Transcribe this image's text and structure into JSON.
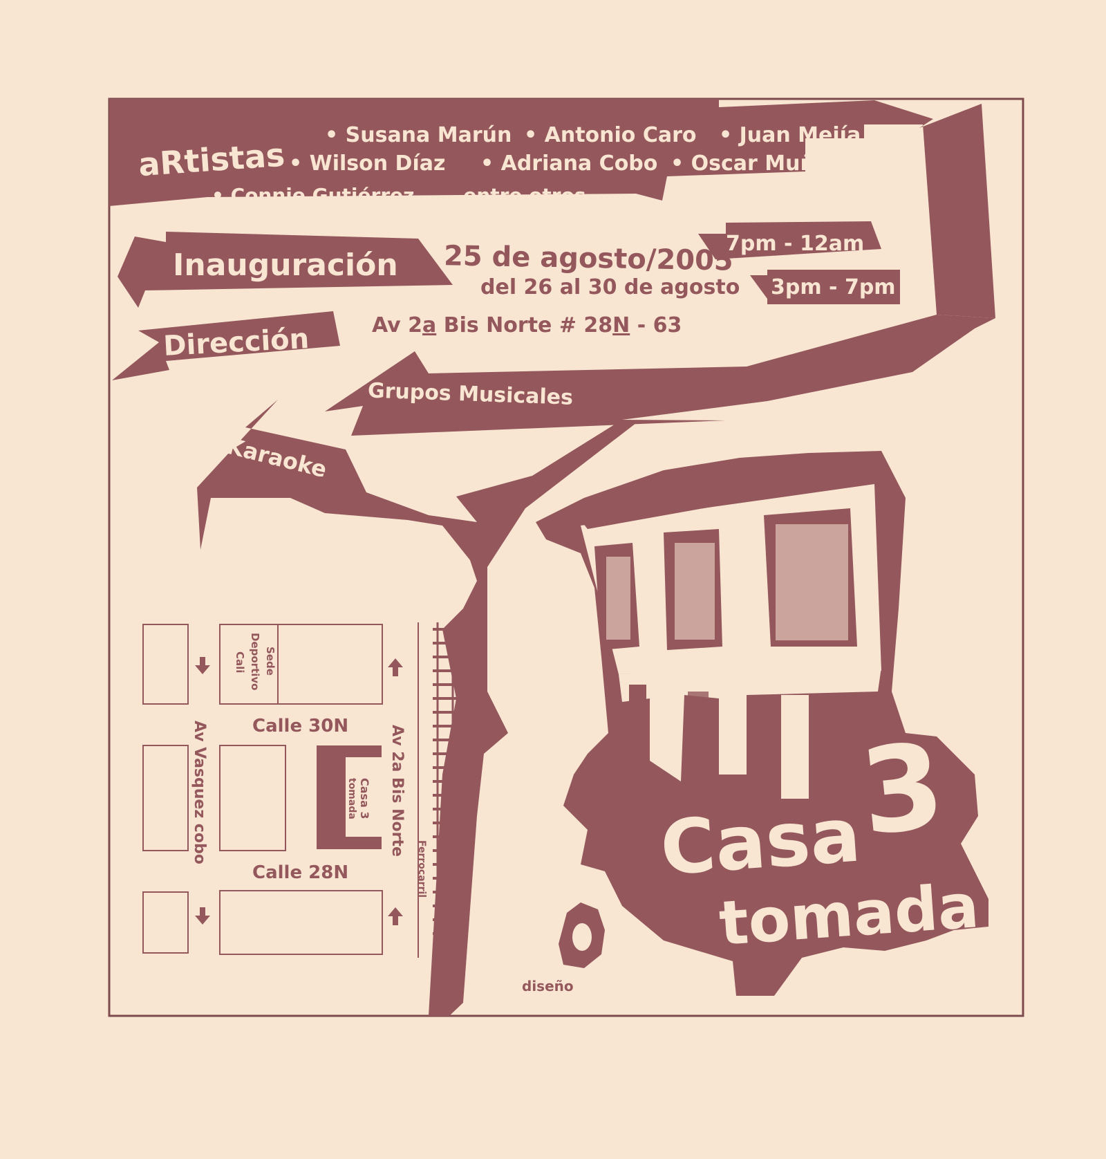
{
  "colors": {
    "paper": "#f8e6d3",
    "ink": "#94585c"
  },
  "header": {
    "artistas_label": "aRtistas",
    "artist_lines": [
      [
        "• Susana Marún",
        "• Antonio Caro",
        "• Juan Mejía"
      ],
      [
        "• Wilson Díaz",
        "• Adriana Cobo",
        "• Oscar Muñoz"
      ],
      [
        "• Connie Gutiérrez . . . entre otros"
      ]
    ]
  },
  "schedule": {
    "inauguracion_label": "Inauguración",
    "date": "25 de agosto/2005",
    "range": "del 26 al 30 de agosto",
    "time_opening": "7pm - 12am",
    "time_daily": "3pm - 7pm"
  },
  "address": {
    "label": "Dirección",
    "value_prefix": "Av 2",
    "value_a": "a",
    "value_mid": " Bis Norte # 28",
    "value_n": "N",
    "value_suffix": " - 63"
  },
  "activities": {
    "musical": "Grupos Musicales",
    "karaoke": "Karaoke"
  },
  "map": {
    "sede": [
      "Sede",
      "Deportivo",
      "Cali"
    ],
    "calle_30": "Calle 30N",
    "calle_28": "Calle 28N",
    "av_vasquez": "Av Vasquez cobo",
    "av_2a": "Av 2a Bis Norte",
    "ferrocarril": "Ferrocarril",
    "casa_marker": [
      "Casa 3",
      "tomada"
    ]
  },
  "logo": {
    "casa": "Casa",
    "number": "3",
    "tomada": "tomada",
    "design_credit": "diseño"
  }
}
